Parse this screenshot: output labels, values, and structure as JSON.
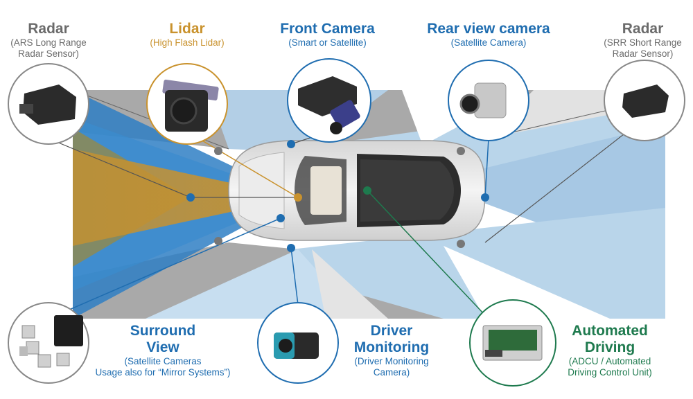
{
  "labels": {
    "radar_long": {
      "title": "Radar",
      "sub1": "(ARS Long Range",
      "sub2": "Radar Sensor)"
    },
    "lidar": {
      "title": "Lidar",
      "sub1": "(High Flash Lidar)"
    },
    "front_camera": {
      "title": "Front Camera",
      "sub1": "(Smart or Satellite)"
    },
    "rear_camera": {
      "title": "Rear view camera",
      "sub1": "(Satellite Camera)"
    },
    "radar_short": {
      "title": "Radar",
      "sub1": "(SRR Short Range",
      "sub2": "Radar Sensor)"
    },
    "surround_view": {
      "title1": "Surround",
      "title2": "View",
      "sub1": "(Satellite Cameras",
      "sub2": "Usage also for “Mirror Systems”)"
    },
    "driver_monitoring": {
      "title1": "Driver",
      "title2": "Monitoring",
      "sub1": "(Driver Monitoring",
      "sub2": "Camera)"
    },
    "automated_driving": {
      "title1": "Automated",
      "title2": "Driving",
      "sub1": "(ADCU / Automated",
      "sub2": "Driving Control Unit)"
    }
  },
  "colors": {
    "gray": "#6b6b6b",
    "blue": "#1f6db0",
    "orange": "#c9922d",
    "green": "#1e7a4e",
    "zone_gray": "#9c9c9c",
    "zone_lightblue": "#b9d5ea",
    "zone_blue": "#2f7fc4"
  },
  "icons": [
    "radar-long-range-sensor-icon",
    "lidar-sensor-icon",
    "front-camera-icon",
    "rear-view-camera-icon",
    "radar-short-range-sensor-icon",
    "surround-cameras-icon",
    "driver-monitoring-camera-icon",
    "adcu-control-unit-icon",
    "car-top-view-icon"
  ]
}
